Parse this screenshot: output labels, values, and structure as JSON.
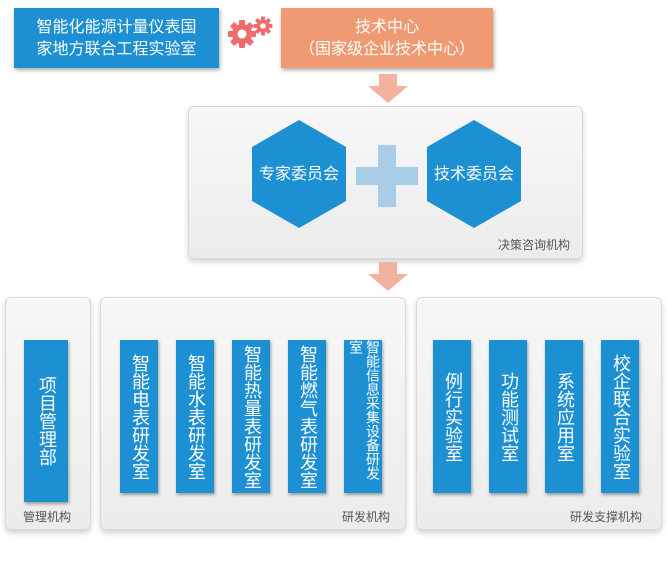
{
  "top": {
    "lab_line1": "智能化能源计量仪表国",
    "lab_line2": "家地方联合工程实验室",
    "center_line1": "技术中心",
    "center_line2": "（国家级企业技术中心）"
  },
  "decision": {
    "expert_committee": "专家委员会",
    "tech_committee": "技术委员会",
    "label": "决策咨询机构"
  },
  "management": {
    "dept": "项目管理部",
    "label": "管理机构"
  },
  "rnd": {
    "items": [
      "智能电表研发室",
      "智能水表研发室",
      "智能热量表研发室",
      "智能燃气表研发室",
      "智能信息采集设备研发室"
    ],
    "label": "研发机构"
  },
  "support": {
    "items": [
      "例行实验室",
      "功能测试室",
      "系统应用室",
      "校企联合实验室"
    ],
    "label": "研发支撑机构"
  },
  "colors": {
    "blue": "#1d8fd3",
    "orange": "#f09a73",
    "arrow": "#f3b1a0",
    "plus": "#a9cde6",
    "gear": "#ee6c6c"
  }
}
